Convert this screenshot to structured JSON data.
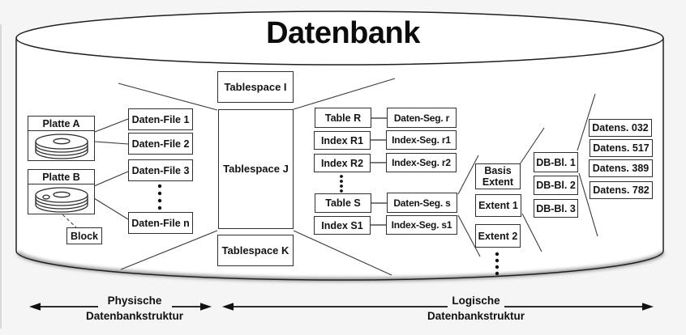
{
  "title": "Datenbank",
  "disks": {
    "a": "Platte A",
    "b": "Platte B"
  },
  "block": "Block",
  "files": [
    "Daten-File 1",
    "Daten-File 2",
    "Daten-File 3",
    "Daten-File n"
  ],
  "tablespaces": [
    "Tablespace I",
    "Tablespace J",
    "Tablespace K"
  ],
  "tables": [
    {
      "object": "Table R",
      "segment": "Daten-Seg. r"
    },
    {
      "object": "Index R1",
      "segment": "Index-Seg. r1"
    },
    {
      "object": "Index R2",
      "segment": "Index-Seg. r2"
    },
    {
      "object": "Table S",
      "segment": "Daten-Seg. s"
    },
    {
      "object": "Index S1",
      "segment": "Index-Seg. s1"
    }
  ],
  "extents": [
    "Basis Extent",
    "Extent 1",
    "Extent 2"
  ],
  "db_blocks": [
    "DB-Bl. 1",
    "DB-Bl. 2",
    "DB-Bl. 3"
  ],
  "records": [
    "Datens. 032",
    "Datens. 517",
    "Datens. 389",
    "Datens. 782"
  ],
  "legend": {
    "physical_line1": "Physische",
    "physical_line2": "Datenbankstruktur",
    "logical_line1": "Logische",
    "logical_line2": "Datenbankstruktur"
  },
  "colors": {
    "ink": "#1a1a1a",
    "box_fill": "#ffffff",
    "background": "#f5f5f6",
    "shadow": "#8a8a8a"
  }
}
